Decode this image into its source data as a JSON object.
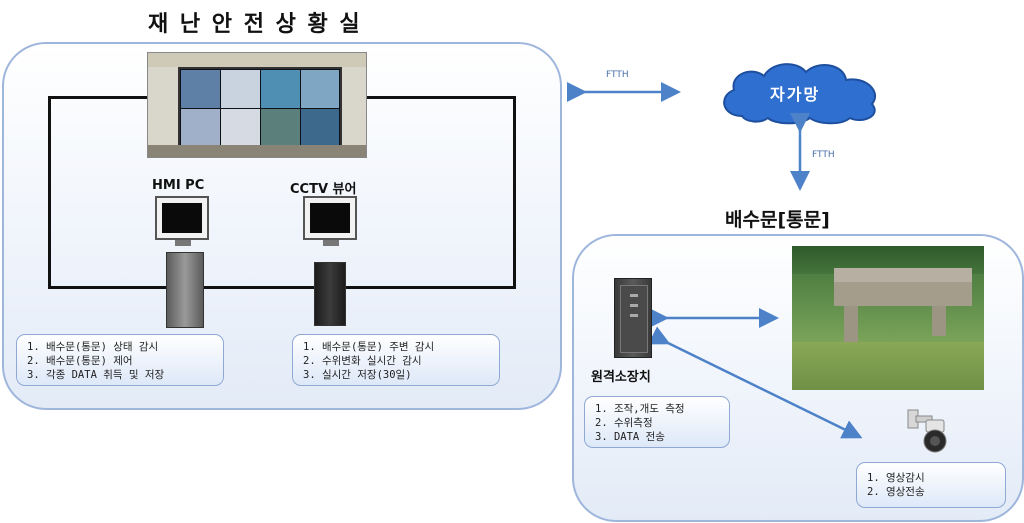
{
  "titles": {
    "control_room": "재 난 안 전 상 황 실",
    "gate": "배수문[통문]"
  },
  "cloud": {
    "label": "자가망"
  },
  "links": {
    "ftth_horizontal": "FTTH",
    "ftth_vertical": "FTTH"
  },
  "control_room": {
    "hmi_label": "HMI PC",
    "cctv_label": "CCTV 뷰어",
    "hmi_notes": [
      "1. 배수문(통문) 상태 감시",
      "2. 배수문(통문) 제어",
      "3. 각종 DATA 취득 및 저장"
    ],
    "cctv_notes": [
      "1. 배수문(통문) 주변 감시",
      "2. 수위변화 실시간 감시",
      "3. 실시간 저장(30일)"
    ]
  },
  "gate": {
    "rtu_label": "원격소장치",
    "rtu_notes": [
      "1. 조작,개도 측정",
      "2. 수위측정",
      "3. DATA 전송"
    ],
    "camera_notes": [
      "1. 영상감시",
      "2. 영상전송"
    ]
  },
  "colors": {
    "panel_border": "#9fb6dc",
    "arrow": "#4d82c8",
    "cloud": "#2f6fd0"
  },
  "icons": [
    "monitor-icon",
    "pc-tower-icon",
    "cloud-icon",
    "cctv-camera-icon",
    "arrow-icon"
  ]
}
